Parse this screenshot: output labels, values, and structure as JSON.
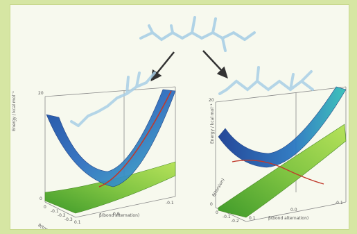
{
  "figure": {
    "colors": {
      "background": "#d6e6a3",
      "molecule": "#a9cfe6",
      "upper_surface": "#2f5fb0",
      "lower_surface": "#7fc442",
      "curve": "#c0392b"
    },
    "left_panel": {
      "ylabel": "Energy / kcal mol⁻¹",
      "xlabel": "β(bond alternation)",
      "zlabel": "θ(torsion)",
      "z_ticks": [
        "20",
        "0"
      ],
      "x_ticks": [
        "0.1",
        "0.0",
        "-0.1"
      ],
      "y_ticks": [
        "0",
        "-0.1",
        "-0.2",
        "-0.3"
      ]
    },
    "right_panel": {
      "ylabel": "Energy / kcal mol⁻¹",
      "xlabel": "β(bond alternation)",
      "zlabel": "θ(torsion)",
      "z_ticks": [
        "20",
        "0"
      ],
      "x_ticks": [
        "0.1",
        "0.0",
        "-0.1"
      ],
      "y_ticks": [
        "0",
        "-0.1",
        "-0.2"
      ]
    }
  }
}
